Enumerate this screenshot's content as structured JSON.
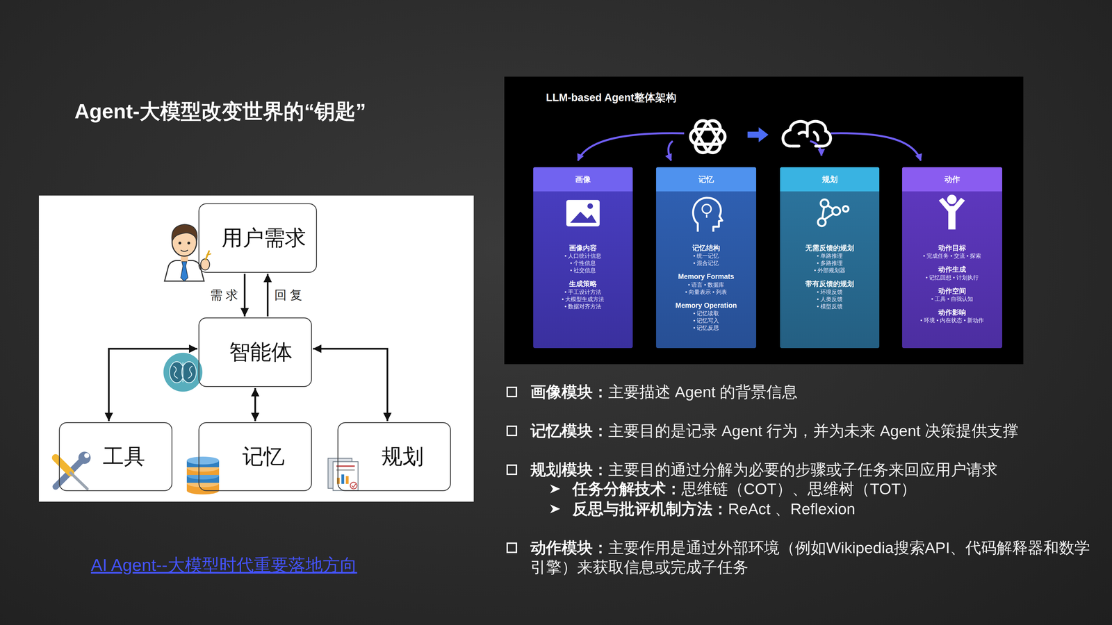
{
  "diagram": {
    "title": "Agent-大模型改变世界的“钥匙”",
    "caption": "AI Agent--大模型时代重要落地方向",
    "nodes": [
      {
        "text": [
          "用户需求"
        ]
      },
      {
        "text": [
          "智能体"
        ]
      },
      {
        "text": [
          "工具"
        ]
      },
      {
        "text": [
          "记忆"
        ]
      },
      {
        "text": [
          "规划"
        ]
      },
      {
        "text": [
          "LLM-based Agent整体架构"
        ]
      },
      {
        "text": [
          "画像",
          "画像内容",
          "• 人口统计信息",
          "• 个性信息",
          "• 社交信息",
          "生成策略",
          "• 手工设计方法",
          "• 大模型生成方法",
          "• 数据对齐方法"
        ],
        "in": 5
      },
      {
        "text": [
          "记忆",
          "记忆结构",
          "• 统一记忆",
          "• 混合记忆",
          "Memory Formats",
          "• 语言 • 数据库",
          "• 向量表示 • 列表",
          "Memory Operation",
          "• 记忆读取",
          "• 记忆写入",
          "• 记忆反思"
        ],
        "in": 5
      },
      {
        "text": [
          "规划",
          "无需反馈的规划",
          "• 单路推理",
          "• 多路推理",
          "• 外部规划器",
          "带有反馈的规划",
          "• 环境反馈",
          "• 人类反馈",
          "• 模型反馈"
        ],
        "in": 5
      },
      {
        "text": [
          "动作",
          "动作目标",
          "• 完成任务 • 交流 • 探索",
          "动作生成",
          "• 记忆回想 • 计划执行",
          "动作空间",
          "• 工具 • 自我认知",
          "动作影响",
          "• 环境 • 内在状态 • 新动作"
        ],
        "in": 5
      }
    ],
    "edges": [
      {
        "from": 0,
        "to": 1,
        "label": "需 求",
        "arrow": "to"
      },
      {
        "from": 1,
        "to": 0,
        "label": "回 复",
        "arrow": "to"
      },
      {
        "from": 1,
        "to": 2,
        "arrow": "both"
      },
      {
        "from": 1,
        "to": 3,
        "arrow": "both"
      },
      {
        "from": 1,
        "to": 4,
        "arrow": "both"
      }
    ],
    "labels": [
      "画像模块：",
      "主要描述 Agent 的背景信息",
      "记忆模块：",
      "主要目的是记录 Agent 行为，并为未来 Agent 决策提供支撑",
      "规划模块：",
      "主要目的通过分解为必要的步骤或子任务来回应用户请求",
      "任务分解技术：",
      "思维链（COT）、思维树（TOT）",
      "反思与批评机制方法：",
      "ReAct 、Reflexion",
      "动作模块：",
      "主要作用是通过外部环境（例如Wikipedia搜索API、代码解释器和数学引擎）来获取信息或完成子任务"
    ]
  }
}
